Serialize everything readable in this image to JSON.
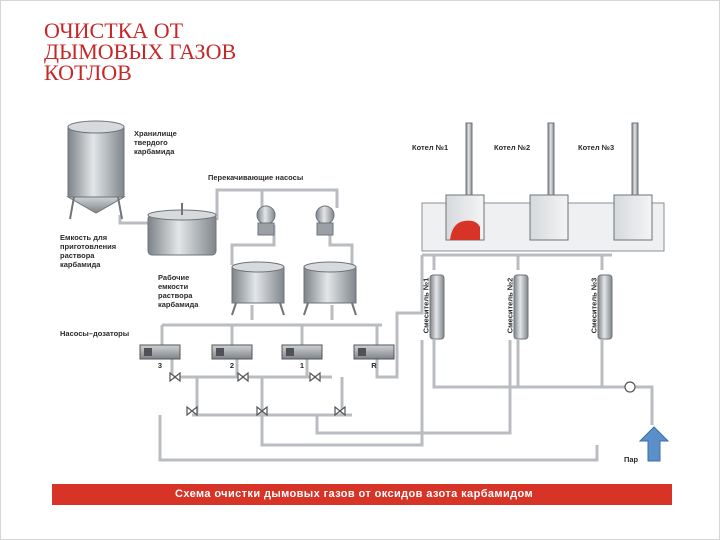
{
  "slide": {
    "title": "ОЧИСТКА ОТ\nДЫМОВЫХ ГАЗОВ\nКОТЛОВ",
    "title_color": "#c62828"
  },
  "diagram": {
    "labels": {
      "storage": "Хранилище\nтвердого\nкарбамида",
      "pumps_transfer": "Перекачивающие насосы",
      "prep_tank": "Емкость для\nприготовления\nраствора\nкарбамида",
      "working_tanks": "Рабочие\nемкости\nраствора\nкарбамида",
      "dosing_pumps": "Насосы–дозаторы",
      "steam": "Пар"
    },
    "boilers": [
      "Котел №1",
      "Котел №2",
      "Котел №3"
    ],
    "mixers": [
      "Смеситель №1",
      "Смеситель №2",
      "Смеситель №3"
    ],
    "pump_numbers": [
      "3",
      "2",
      "1",
      "R"
    ],
    "caption": "Схема очистки дымовых газов от оксидов азота карбамидом",
    "colors": {
      "caption_bar": "#d83327",
      "pipe": "#b9bcc0",
      "equipment": "#9aa0a5",
      "flame": "#d83327",
      "steam_arrow": "#5b8fc9"
    }
  }
}
